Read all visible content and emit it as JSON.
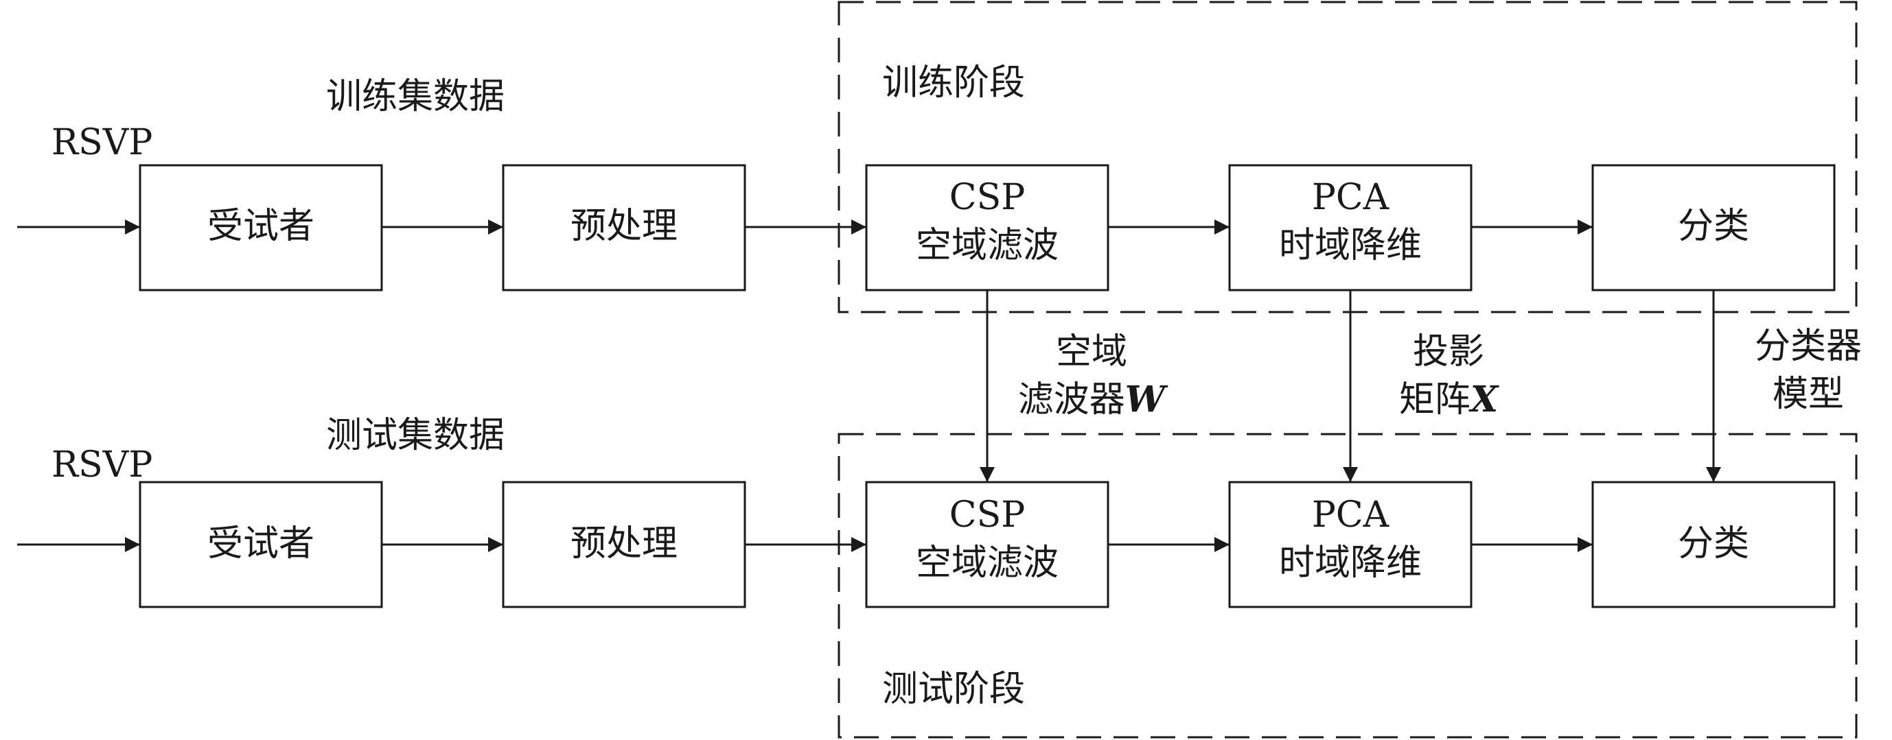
{
  "train": {
    "input_label": "RSVP",
    "data_label": "训练集数据",
    "stage_label": "训练阶段",
    "subject": "受试者",
    "preprocess": "预处理",
    "csp_line1": "CSP",
    "csp_line2": "空域滤波",
    "pca_line1": "PCA",
    "pca_line2": "时域降维",
    "classify": "分类"
  },
  "test": {
    "input_label": "RSVP",
    "data_label": "测试集数据",
    "stage_label": "测试阶段",
    "subject": "受试者",
    "preprocess": "预处理",
    "csp_line1": "CSP",
    "csp_line2": "空域滤波",
    "pca_line1": "PCA",
    "pca_line2": "时域降维",
    "classify": "分类"
  },
  "transfer": {
    "filter_line1": "空域",
    "filter_line2_prefix": "滤波器",
    "filter_symbol": "W",
    "projection_line1": "投影",
    "projection_line2_prefix": "矩阵",
    "projection_symbol": "X",
    "model_line1": "分类器",
    "model_line2": "模型"
  }
}
